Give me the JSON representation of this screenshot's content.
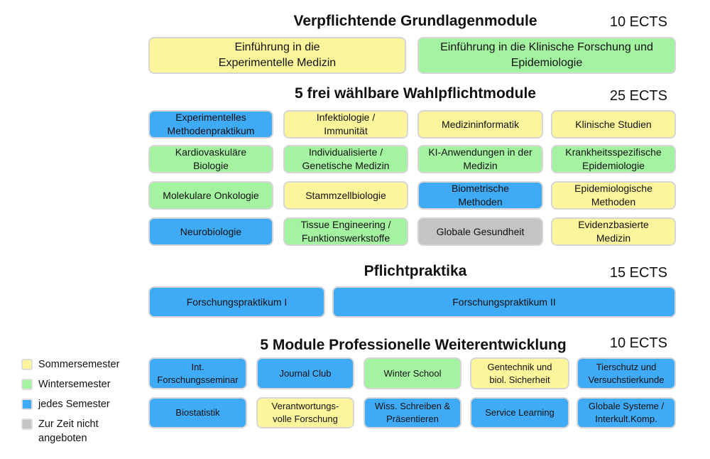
{
  "colors": {
    "summer": "#fdf59c",
    "winter": "#a3f3a0",
    "every": "#3faaf6",
    "none": "#c4c4c4"
  },
  "sections": [
    {
      "title": "Verpflichtende Grundlagenmodule",
      "ects": "10 ECTS",
      "modules": [
        {
          "label": "Einführung in die\nExperimentelle Medizin",
          "type": "summer"
        },
        {
          "label": "Einführung in die Klinische Forschung und\nEpidemiologie",
          "type": "winter"
        }
      ]
    },
    {
      "title": "5 frei wählbare Wahlpflichtmodule",
      "ects": "25 ECTS",
      "modules": [
        {
          "label": "Experimentelles\nMethodenpraktikum",
          "type": "every"
        },
        {
          "label": "Infektiologie /\nImmunität",
          "type": "summer"
        },
        {
          "label": "Medizininformatik",
          "type": "summer"
        },
        {
          "label": "Klinische Studien",
          "type": "summer"
        },
        {
          "label": "Kardiovaskuläre\nBiologie",
          "type": "winter"
        },
        {
          "label": "Individualisierte /\nGenetische Medizin",
          "type": "winter"
        },
        {
          "label": "KI-Anwendungen in der\nMedizin",
          "type": "winter"
        },
        {
          "label": "Krankheitsspezifische\nEpidemiologie",
          "type": "winter"
        },
        {
          "label": "Molekulare Onkologie",
          "type": "winter"
        },
        {
          "label": "Stammzellbiologie",
          "type": "summer"
        },
        {
          "label": "Biometrische\nMethoden",
          "type": "every"
        },
        {
          "label": "Epidemiologische\nMethoden",
          "type": "summer"
        },
        {
          "label": "Neurobiologie",
          "type": "every"
        },
        {
          "label": "Tissue Engineering /\nFunktionswerkstoffe",
          "type": "winter"
        },
        {
          "label": "Globale Gesundheit",
          "type": "none"
        },
        {
          "label": "Evidenzbasierte\nMedizin",
          "type": "summer"
        }
      ]
    },
    {
      "title": "Pflichtpraktika",
      "ects": "15 ECTS",
      "modules": [
        {
          "label": "Forschungspraktikum I",
          "type": "every"
        },
        {
          "label": "Forschungspraktikum II",
          "type": "every"
        }
      ]
    },
    {
      "title": "5 Module Professionelle Weiterentwicklung",
      "ects": "10 ECTS",
      "modules": [
        {
          "label": "Int.\nForschungsseminar",
          "type": "every"
        },
        {
          "label": "Journal Club",
          "type": "every"
        },
        {
          "label": "Winter School",
          "type": "winter"
        },
        {
          "label": "Gentechnik und\nbiol. Sicherheit",
          "type": "summer"
        },
        {
          "label": "Tierschutz und\nVersuchstierkunde",
          "type": "every"
        },
        {
          "label": "Biostatistik",
          "type": "every"
        },
        {
          "label": "Verantwortungs-\nvolle Forschung",
          "type": "summer"
        },
        {
          "label": "Wiss. Schreiben &\nPräsentieren",
          "type": "every"
        },
        {
          "label": "Service Learning",
          "type": "every"
        },
        {
          "label": "Globale Systeme /\nInterkult.Komp.",
          "type": "every"
        }
      ]
    }
  ],
  "legend": [
    {
      "label": "Sommersemester",
      "type": "summer"
    },
    {
      "label": "Wintersemester",
      "type": "winter"
    },
    {
      "label": "jedes Semester",
      "type": "every"
    },
    {
      "label": "Zur Zeit nicht\nangeboten",
      "type": "none"
    }
  ]
}
